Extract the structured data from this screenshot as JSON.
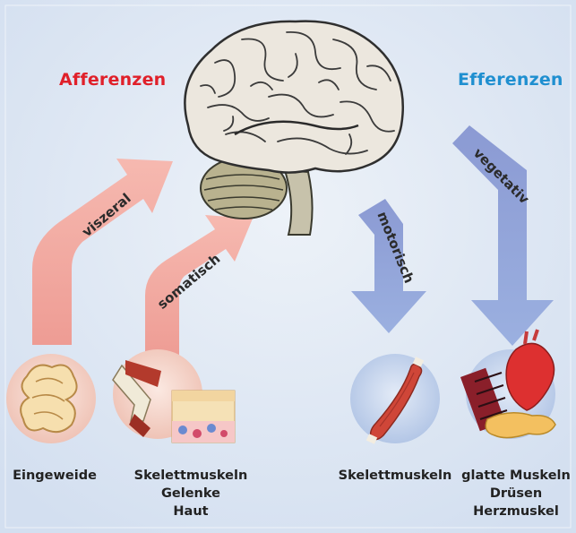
{
  "headings": {
    "afferent": "Afferenzen",
    "efferent": "Efferenzen"
  },
  "arrows": {
    "visceral": "viszeral",
    "somatic": "somatisch",
    "motor": "motorisch",
    "vegetative": "vegetativ"
  },
  "targets": {
    "viscera": [
      "Eingeweide"
    ],
    "somatic_targets": [
      "Skelettmuskeln",
      "Gelenke",
      "Haut"
    ],
    "motor_targets": [
      "Skelettmuskeln"
    ],
    "vegetative_targets": [
      "glatte Muskeln",
      "Drüsen",
      "Herzmuskel"
    ]
  },
  "colors": {
    "afferent": "#e0202a",
    "efferent": "#1f8fd0",
    "afferent_arrow": "#f3a9a1",
    "efferent_arrow": "#8fa1d8",
    "background": "#d9e4f1"
  },
  "icons": [
    "brain-illustration",
    "intestine-icon",
    "knee-skin-icon",
    "skeletal-muscle-icon",
    "organs-icon"
  ]
}
